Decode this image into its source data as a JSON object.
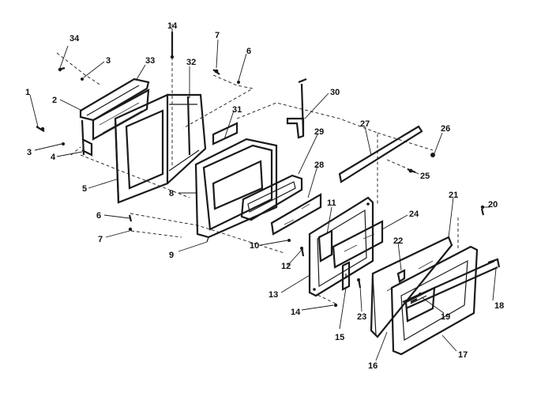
{
  "labels": [
    "34",
    "3",
    "33",
    "14",
    "7",
    "6",
    "32",
    "1",
    "2",
    "3",
    "4",
    "5",
    "31",
    "30",
    "29",
    "28",
    "27",
    "26",
    "25",
    "8",
    "6",
    "7",
    "9",
    "10",
    "11",
    "12",
    "13",
    "24",
    "22",
    "21",
    "20",
    "14",
    "15",
    "23",
    "16",
    "17",
    "18",
    "19"
  ]
}
